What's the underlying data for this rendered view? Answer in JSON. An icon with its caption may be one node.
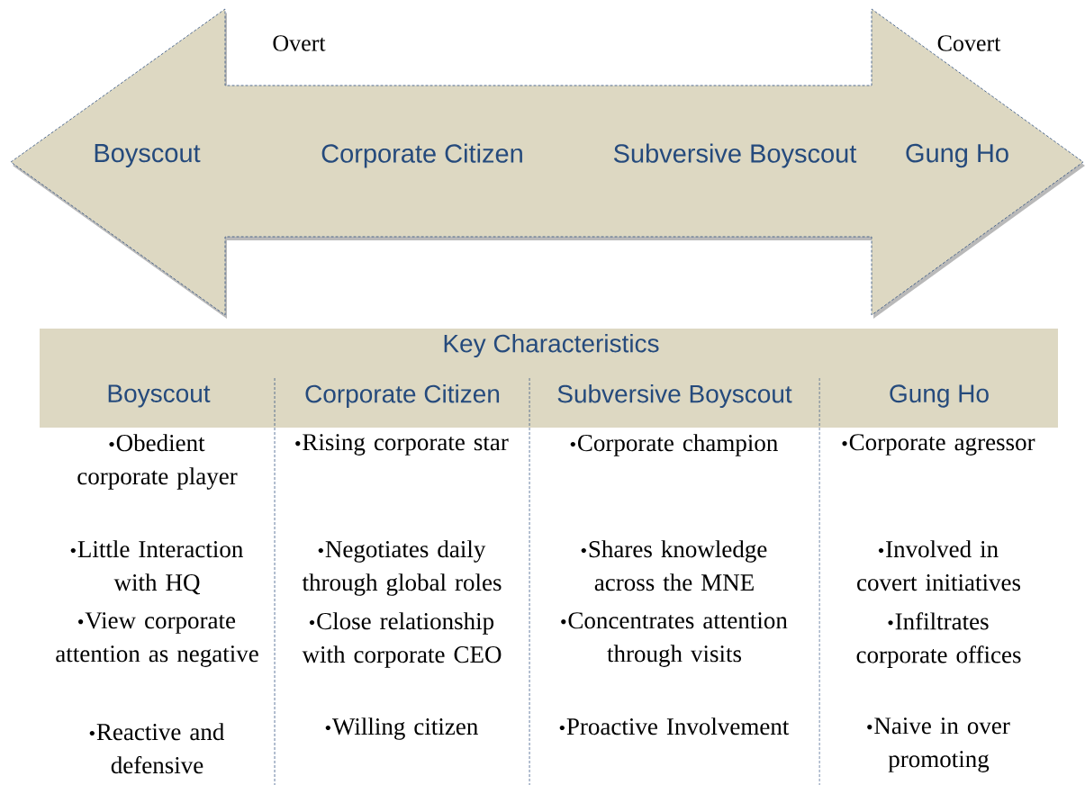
{
  "diagram": {
    "nodes": [
      {
        "text": [
          "Boyscout",
          "Corporate Citizen",
          "Subversive Boyscout",
          "Gung Ho"
        ]
      },
      {
        "text": [
          "Key Characteristics",
          "Boyscout",
          "Corporate Citizen",
          "Subversive Boyscout",
          "Gung Ho"
        ]
      }
    ],
    "labels": [
      "Overt",
      "Covert",
      "Obedient corporate player",
      "Rising corporate star",
      "Corporate champion",
      "Corporate agressor",
      "Little Interaction with HQ",
      "Negotiates daily through global roles",
      "Shares knowledge across the MNE",
      "Involved in covert initiatives",
      "View corporate attention as negative",
      "Close relationship with corporate CEO",
      "Concentrates attention through visits",
      "Infiltrates corporate offices",
      "Reactive and defensive",
      "Willing citizen",
      "Proactive Involvement",
      "Naive in over promoting"
    ]
  }
}
